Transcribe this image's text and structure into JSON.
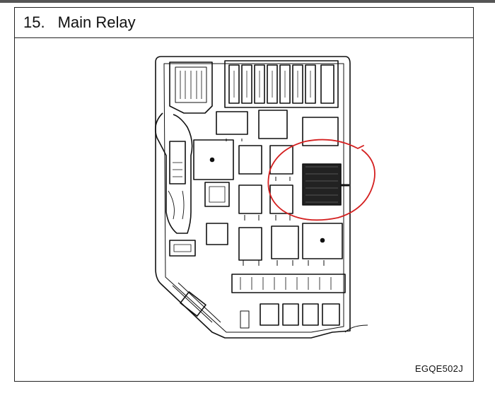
{
  "header": {
    "number": "15.",
    "title": "Main Relay"
  },
  "figure_code": "EGQE502J",
  "colors": {
    "highlight": "#d42020",
    "ink": "#111111"
  },
  "diagram": {
    "highlighted_component": "main-relay"
  }
}
